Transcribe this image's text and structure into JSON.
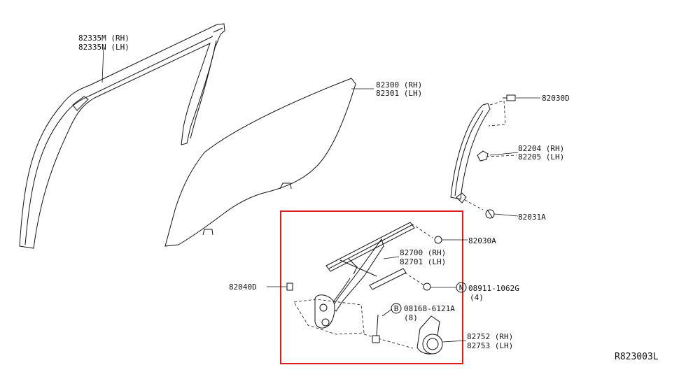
{
  "diagram": {
    "highlight_color": "#d81e1e",
    "figure_code": "R823003L",
    "callouts": {
      "sash_rh": "82335M (RH)",
      "sash_lh": "82335N (LH)",
      "glass_rh": "82300 (RH)",
      "glass_lh": "82301 (LH)",
      "bolt_top": "82030D",
      "guide_rh": "82204 (RH)",
      "guide_lh": "82205 (LH)",
      "clip": "82031A",
      "bolt_mid": "82030A",
      "regulator_rh": "82700 (RH)",
      "regulator_lh": "82701 (LH)",
      "nut_part": "08911-1062G",
      "nut_qty": "(4)",
      "nut_badge": "N",
      "bolt_left": "82040D",
      "bolt_part": "08168-6121A",
      "bolt_qty": "(8)",
      "bolt_badge": "B",
      "motor_rh": "82752 (RH)",
      "motor_lh": "82753 (LH)"
    }
  }
}
